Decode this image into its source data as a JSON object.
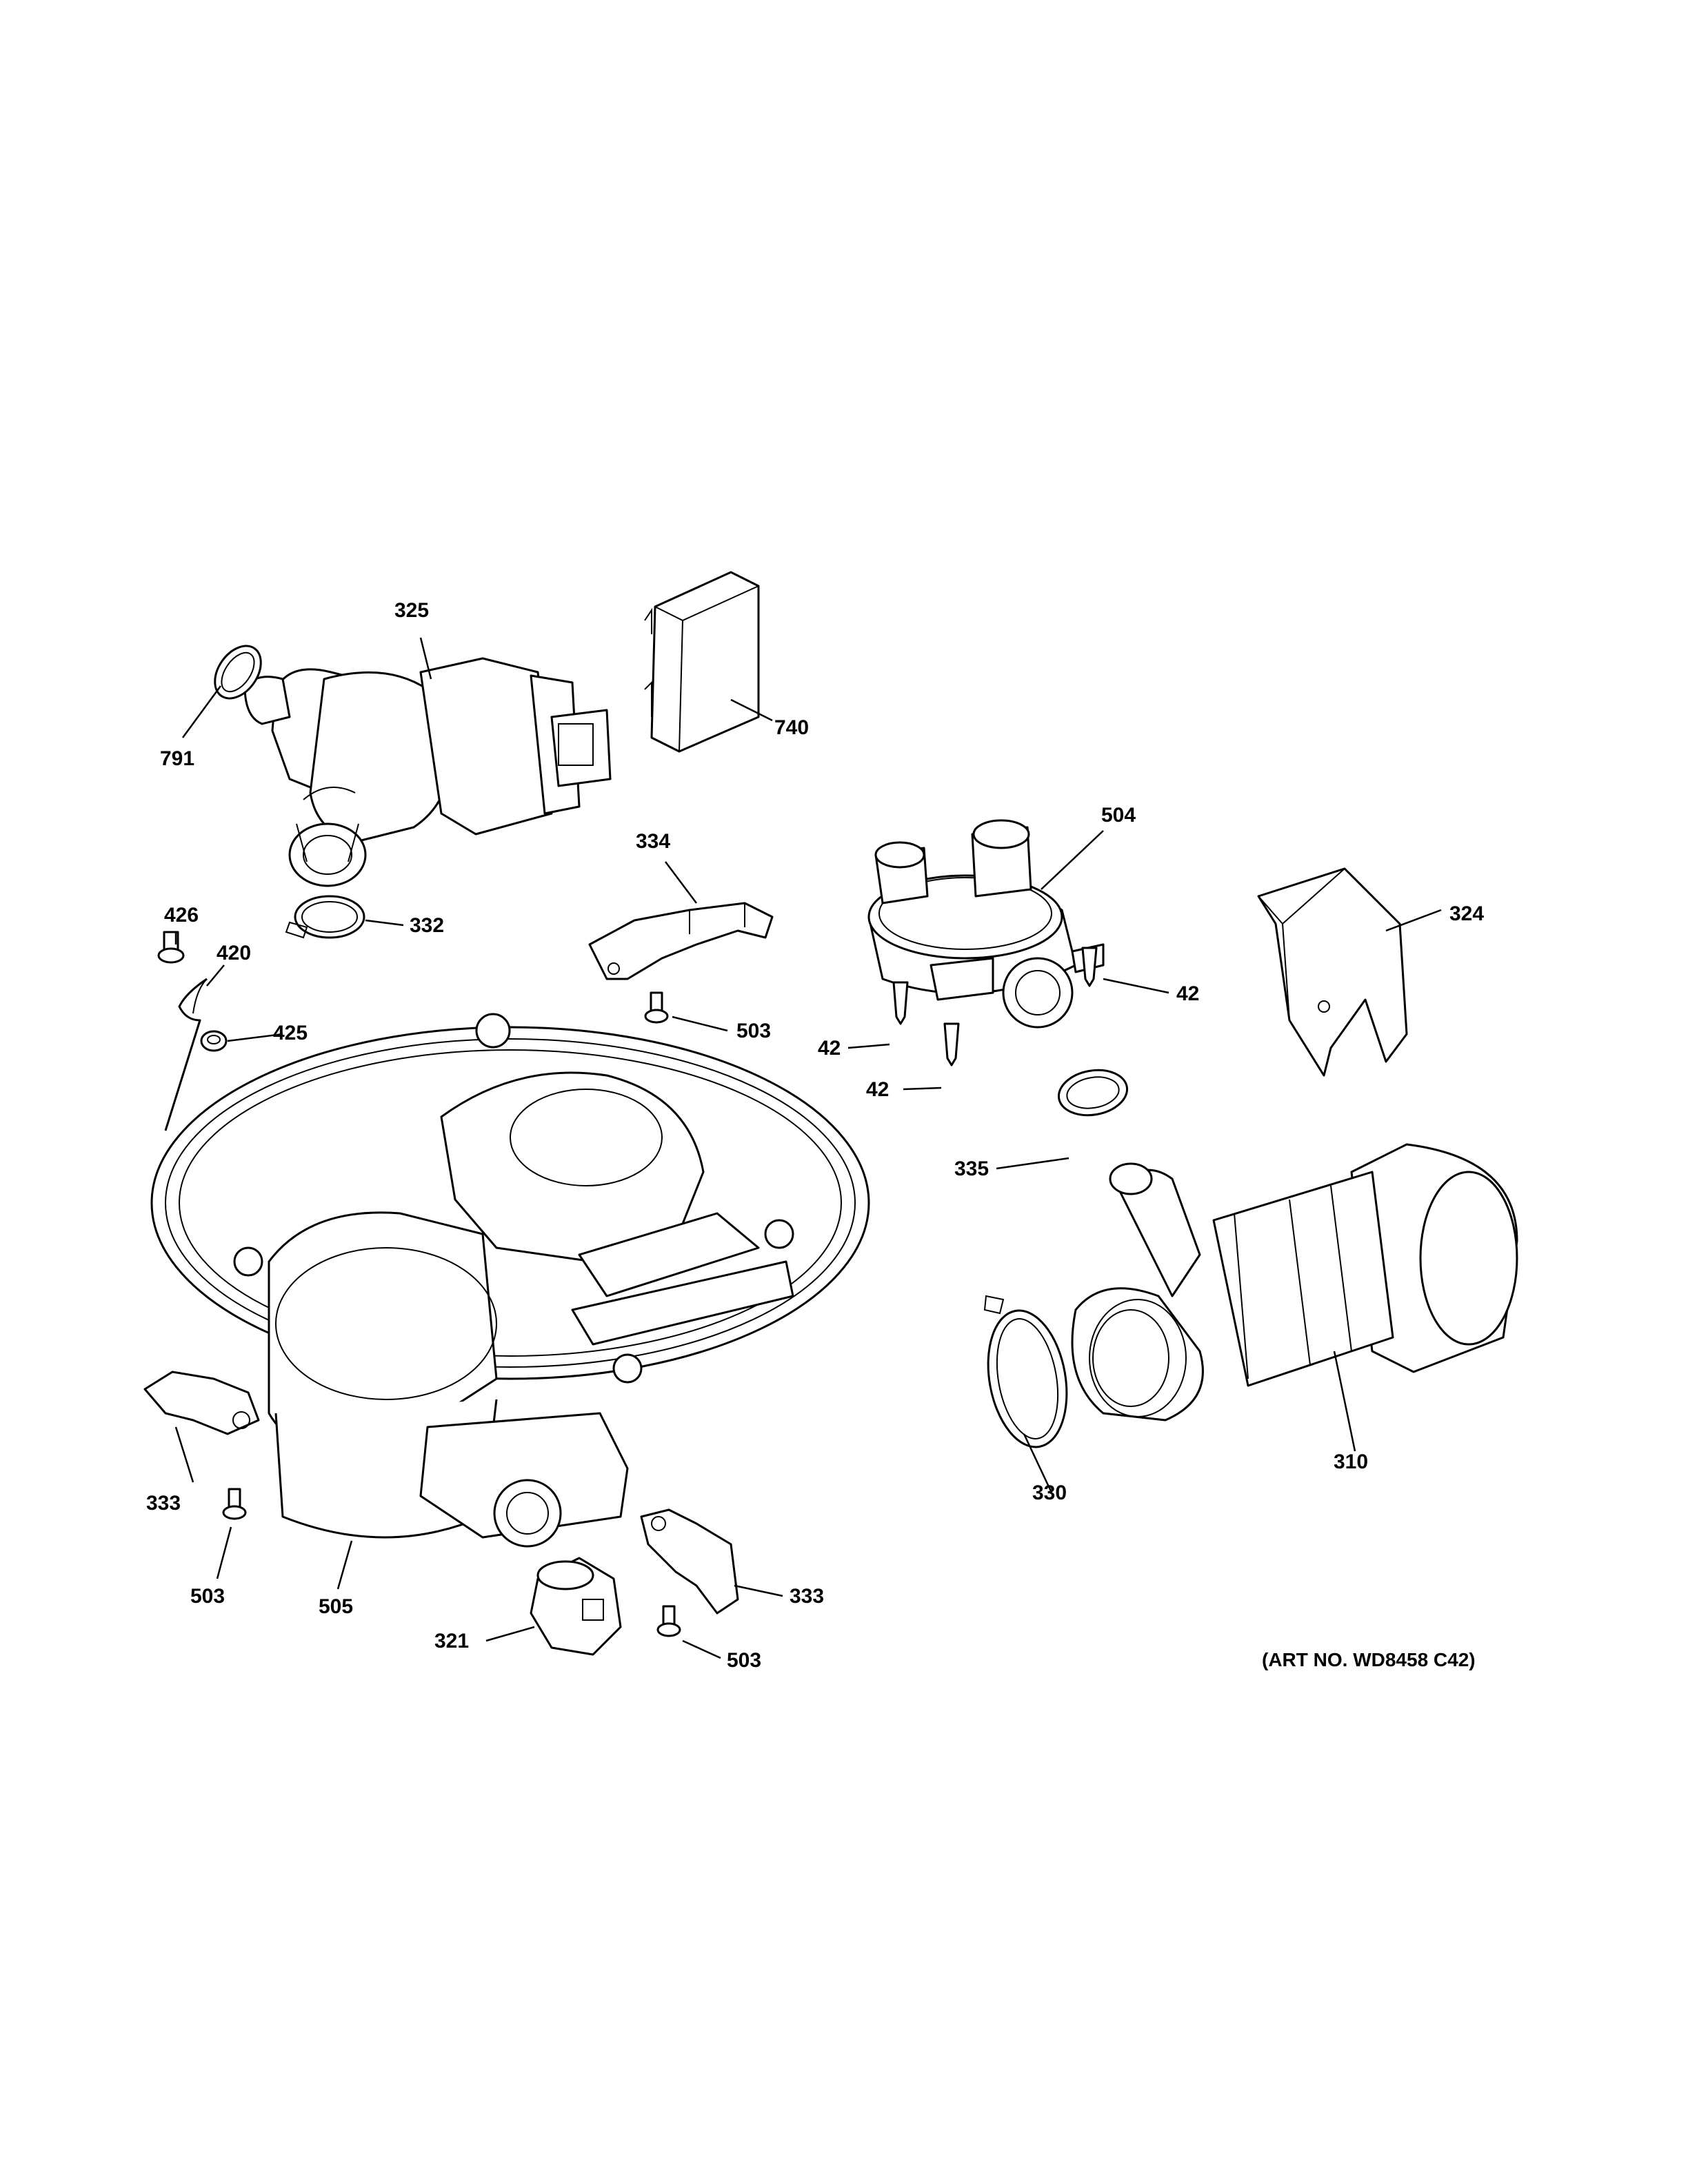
{
  "callouts": {
    "c325": "325",
    "c740": "740",
    "c791": "791",
    "c334": "334",
    "c504": "504",
    "c324": "324",
    "c426": "426",
    "c332": "332",
    "c420": "420",
    "c425": "425",
    "c503a": "503",
    "c42a": "42",
    "c42b": "42",
    "c42c": "42",
    "c335": "335",
    "c333a": "333",
    "c503b": "503",
    "c505": "505",
    "c330": "330",
    "c310": "310",
    "c333b": "333",
    "c321": "321",
    "c503c": "503"
  },
  "art_number": "(ART NO. WD8458 C42)"
}
